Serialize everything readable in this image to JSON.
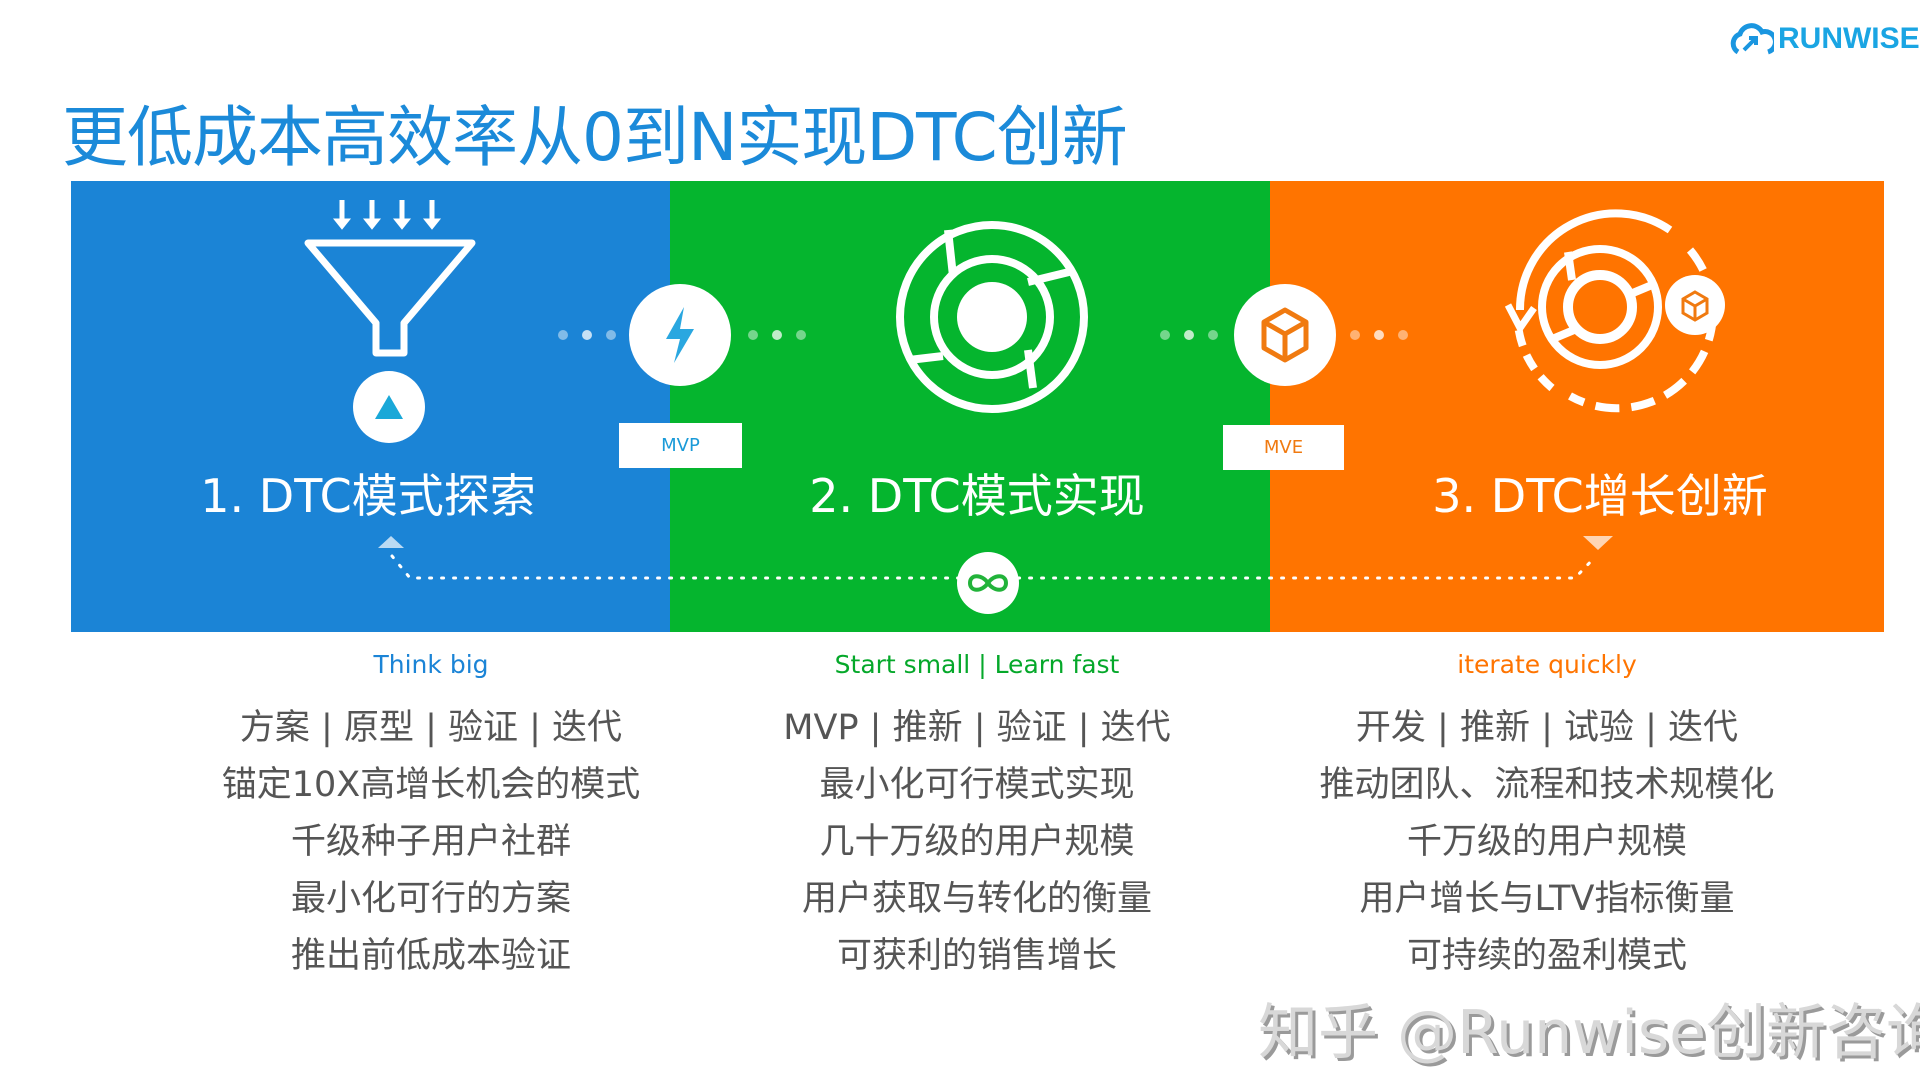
{
  "title": "更低成本高效率从0到N实现DTC创新",
  "logo": {
    "text": "RUNWISE"
  },
  "colors": {
    "blue": "#1b84d6",
    "green": "#05b52e",
    "orange": "#ff7400",
    "title": "#1b8ad9"
  },
  "stages": [
    {
      "label": "1. DTC模式探索",
      "icon": "funnel-icon",
      "tagline": "Think big",
      "tagline_color": "#1b84d6",
      "items": [
        "方案 |  原型 |  验证 | 迭代",
        "锚定10X高增长机会的模式",
        "千级种子用户社群",
        "最小化可行的方案",
        "推出前低成本验证"
      ]
    },
    {
      "label": "2. DTC模式实现",
      "icon": "target-cycle-icon",
      "tagline": "Start small | Learn fast",
      "tagline_color": "#05a82a",
      "items": [
        "MVP | 推新 | 验证 | 迭代",
        "最小化可行模式实现",
        "几十万级的用户规模",
        "用户获取与转化的衡量",
        "可获利的销售增长"
      ]
    },
    {
      "label": "3. DTC增长创新",
      "icon": "growth-cycle-icon",
      "tagline": "iterate quickly",
      "tagline_color": "#ff7400",
      "items": [
        "开发 |  推新 |  试验 | 迭代",
        "推动团队、流程和技术规模化",
        "千万级的用户规模",
        "用户增长与LTV指标衡量",
        "可持续的盈利模式"
      ]
    }
  ],
  "transitions": [
    {
      "label": "MVP",
      "icon": "lightning-icon"
    },
    {
      "label": "MVE",
      "icon": "cube-icon"
    }
  ],
  "loop_icon": "infinity-icon",
  "watermark": "知乎 @Runwise创新咨询"
}
